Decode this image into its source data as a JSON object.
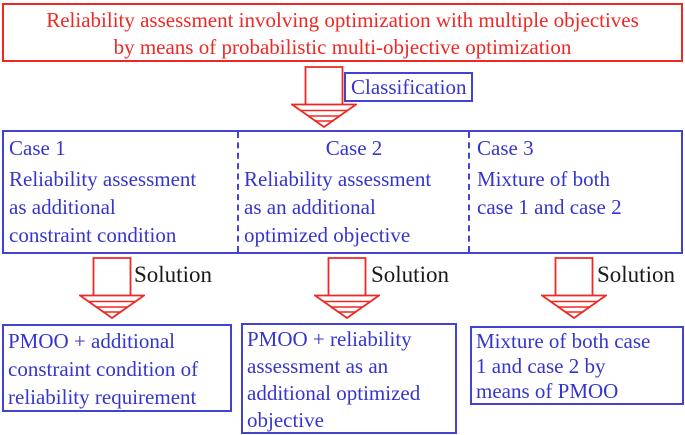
{
  "title_box": {
    "text": "Reliability assessment involving optimization with multiple objectives\nby means of probabilistic multi-objective optimization"
  },
  "classification_label": "Classification",
  "cases": [
    {
      "heading": "Case 1",
      "body": "Reliability assessment\nas  additional\nconstraint condition"
    },
    {
      "heading": "Case 2",
      "body": "Reliability assessment\nas an additional\noptimized objective"
    },
    {
      "heading": "Case 3",
      "body": "Mixture of both\ncase 1 and case 2"
    }
  ],
  "solution_labels": [
    "Solution",
    "Solution",
    "Solution"
  ],
  "results": [
    "PMOO + additional\nconstraint condition of\nreliability requirement",
    "PMOO + reliability\nassessment as an\nadditional optimized\nobjective",
    "Mixture of both case\n1 and case 2 by\nmeans of PMOO"
  ],
  "icons": {
    "down_arrow": "striped-down-arrow-icon"
  },
  "colors": {
    "red": "#ee2823",
    "blue_text": "#3535cd",
    "blue_border": "#4343d2",
    "solution_text": "#1a1a1a",
    "background": "#ffffff"
  }
}
